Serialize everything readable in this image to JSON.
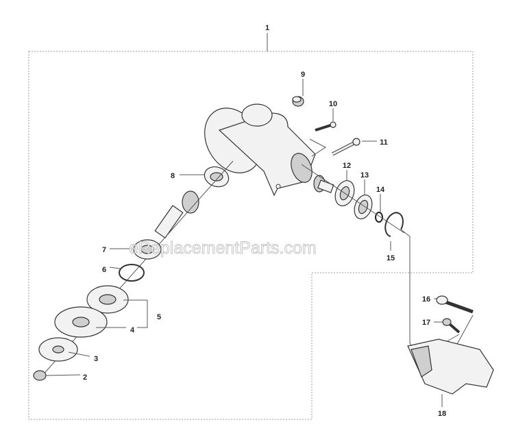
{
  "diagram": {
    "watermark": "eReplacementParts.com",
    "callouts": [
      "1",
      "2",
      "3",
      "4",
      "5",
      "6",
      "7",
      "8",
      "9",
      "10",
      "11",
      "12",
      "13",
      "14",
      "15",
      "16",
      "17",
      "18"
    ]
  }
}
